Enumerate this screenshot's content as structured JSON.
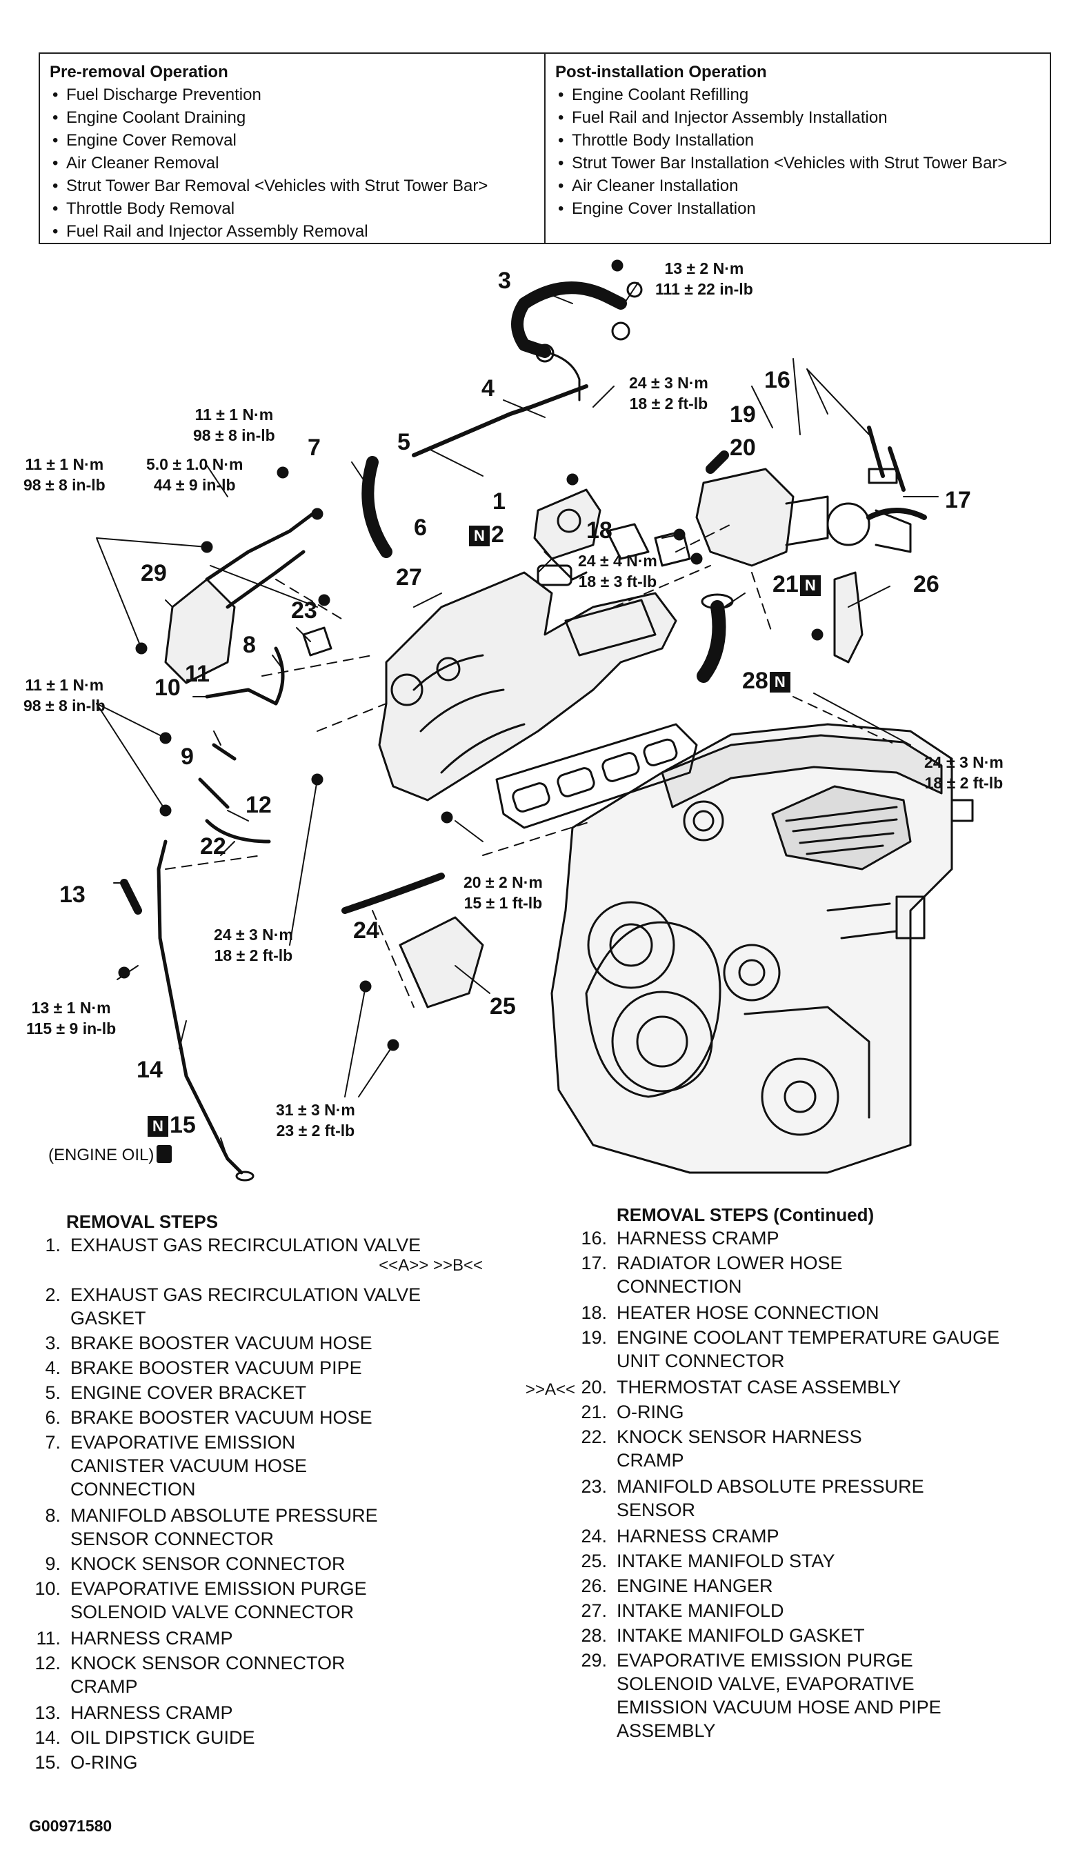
{
  "pre_removal": {
    "title": "Pre-removal Operation",
    "items": [
      "Fuel Discharge Prevention",
      "Engine Coolant Draining",
      "Engine Cover Removal",
      "Air Cleaner Removal",
      "Strut Tower Bar Removal <Vehicles with Strut Tower Bar>",
      "Throttle Body Removal",
      "Fuel Rail and Injector Assembly Removal"
    ]
  },
  "post_installation": {
    "title": "Post-installation Operation",
    "items": [
      "Engine Coolant Refilling",
      "Fuel Rail and Injector Assembly Installation",
      "Throttle Body Installation",
      "Strut Tower Bar Installation <Vehicles with Strut Tower Bar>",
      "Air Cleaner Installation",
      "Engine Cover Installation"
    ]
  },
  "callouts": {
    "c1": "1",
    "c2": "2",
    "c3": "3",
    "c4": "4",
    "c5": "5",
    "c6": "6",
    "c7": "7",
    "c8": "8",
    "c9": "9",
    "c10": "10",
    "c11": "11",
    "c12": "12",
    "c13": "13",
    "c14": "14",
    "c15": "15",
    "c16": "16",
    "c17": "17",
    "c18": "18",
    "c19": "19",
    "c20": "20",
    "c21": "21",
    "c22": "22",
    "c23": "23",
    "c24": "24",
    "c25": "25",
    "c26": "26",
    "c27": "27",
    "c28": "28",
    "c29": "29",
    "n_mark": "N"
  },
  "torques": {
    "t_hose_top_1": "13 ± 2 N·m",
    "t_hose_top_2": "111 ± 22 in-lb",
    "t_egr_1": "24 ± 3 N·m",
    "t_egr_2": "18 ± 2 ft-lb",
    "t_7_1": "11 ± 1 N·m",
    "t_7_2": "98 ± 8 in-lb",
    "t_29l_1": "11 ± 1 N·m",
    "t_29l_2": "98 ± 8 in-lb",
    "t_23_1": "5.0 ± 1.0 N·m",
    "t_23_2": "44 ± 9 in-lb",
    "t_20_1": "24 ± 4 N·m",
    "t_20_2": "18 ± 3 ft-lb",
    "t_10_1": "11 ± 1 N·m",
    "t_10_2": "98 ± 8 in-lb",
    "t_hanger_1": "24 ± 3 N·m",
    "t_hanger_2": "18 ± 2 ft-lb",
    "t_stay_1": "20 ± 2 N·m",
    "t_stay_2": "15 ± 1 ft-lb",
    "t_mani_1": "24 ± 3 N·m",
    "t_mani_2": "18 ± 2 ft-lb",
    "t_dip_1": "13 ± 1 N·m",
    "t_dip_2": "115 ± 9 in-lb",
    "t_25_1": "31 ± 3 N·m",
    "t_25_2": "23 ± 2 ft-lb"
  },
  "engine_oil_note": "(ENGINE OIL)",
  "removal_steps": {
    "title": "REMOVAL STEPS",
    "steps": [
      {
        "num": "1.",
        "text": "EXHAUST GAS RECIRCULATION VALVE"
      },
      {
        "num": "2.",
        "text": "EXHAUST GAS RECIRCULATION VALVE GASKET"
      },
      {
        "num": "3.",
        "text": "BRAKE BOOSTER VACUUM HOSE"
      },
      {
        "num": "4.",
        "text": "BRAKE BOOSTER VACUUM PIPE"
      },
      {
        "num": "5.",
        "text": "ENGINE COVER BRACKET"
      },
      {
        "num": "6.",
        "text": "BRAKE BOOSTER VACUUM HOSE"
      },
      {
        "num": "7.",
        "text": "EVAPORATIVE EMISSION CANISTER VACUUM HOSE CONNECTION"
      },
      {
        "num": "8.",
        "text": "MANIFOLD ABSOLUTE PRESSURE SENSOR CONNECTOR"
      },
      {
        "num": "9.",
        "text": "KNOCK SENSOR CONNECTOR"
      },
      {
        "num": "10.",
        "text": "EVAPORATIVE EMISSION PURGE SOLENOID VALVE CONNECTOR"
      },
      {
        "num": "11.",
        "text": "HARNESS CRAMP"
      },
      {
        "num": "12.",
        "text": "KNOCK SENSOR CONNECTOR CRAMP"
      },
      {
        "num": "13.",
        "text": "HARNESS CRAMP"
      },
      {
        "num": "14.",
        "text": "OIL DIPSTICK GUIDE"
      },
      {
        "num": "15.",
        "text": "O-RING"
      }
    ]
  },
  "removal_steps_continued": {
    "title": "REMOVAL STEPS (Continued)",
    "steps": [
      {
        "num": "16.",
        "text": "HARNESS CRAMP"
      },
      {
        "num": "17.",
        "text": "RADIATOR LOWER HOSE CONNECTION"
      },
      {
        "num": "18.",
        "text": "HEATER HOSE CONNECTION"
      },
      {
        "num": "19.",
        "text": "ENGINE COOLANT TEMPERATURE GAUGE UNIT CONNECTOR"
      },
      {
        "num": "20.",
        "text": "THERMOSTAT CASE ASSEMBLY"
      },
      {
        "num": "21.",
        "text": "O-RING"
      },
      {
        "num": "22.",
        "text": "KNOCK SENSOR HARNESS CRAMP"
      },
      {
        "num": "23.",
        "text": "MANIFOLD ABSOLUTE PRESSURE SENSOR"
      },
      {
        "num": "24.",
        "text": "HARNESS CRAMP"
      },
      {
        "num": "25.",
        "text": "INTAKE MANIFOLD STAY"
      },
      {
        "num": "26.",
        "text": "ENGINE HANGER"
      },
      {
        "num": "27.",
        "text": "INTAKE MANIFOLD"
      },
      {
        "num": "28.",
        "text": "INTAKE MANIFOLD GASKET"
      },
      {
        "num": "29.",
        "text": "EVAPORATIVE EMISSION PURGE SOLENOID VALVE, EVAPORATIVE EMISSION VACUUM HOSE AND PIPE ASSEMBLY"
      }
    ]
  },
  "refs": {
    "r17": "<<A>>  >>B<<",
    "r20": ">>A<<"
  },
  "figure_id": "G00971580"
}
